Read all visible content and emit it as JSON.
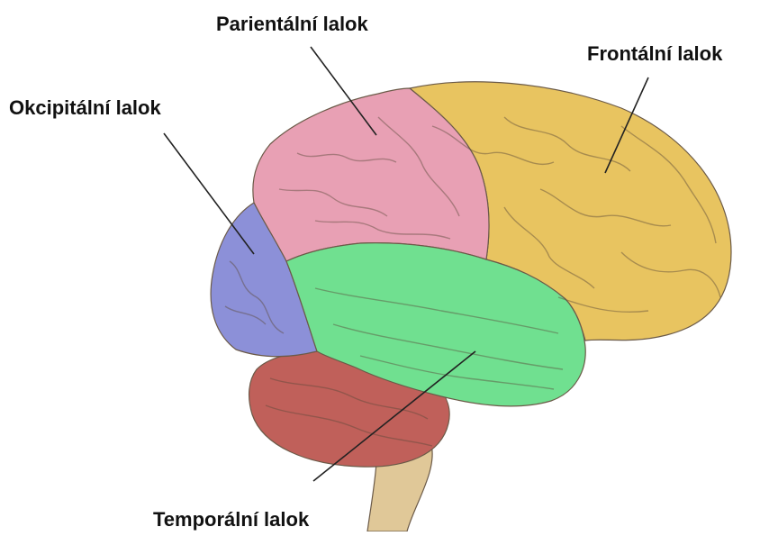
{
  "labels": {
    "parietal": "Parientální lalok",
    "frontal": "Frontální lalok",
    "occipital": "Okcipitální lalok",
    "temporal": "Temporální lalok"
  },
  "colors": {
    "parietal": "#e8a0b4",
    "frontal": "#e8c460",
    "occipital": "#8c90d8",
    "temporal": "#70e090",
    "cerebellum": "#c0605a",
    "brainstem": "#e0c898",
    "sulcus": "#5a4a3a",
    "leader_line": "#222222"
  }
}
